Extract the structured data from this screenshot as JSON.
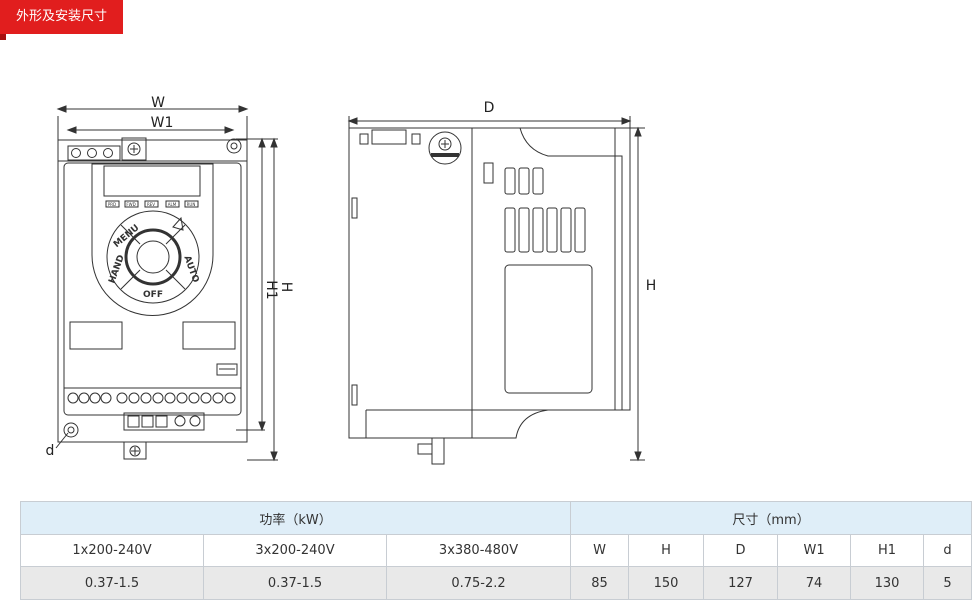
{
  "section": {
    "title": "外形及安装尺寸"
  },
  "front_view": {
    "dims": {
      "w": "W",
      "w1": "W1",
      "h": "H",
      "h1": "H1",
      "d": "d"
    },
    "keypad": {
      "buttons": [
        "MENU",
        "HAND",
        "OFF",
        "AUTO"
      ],
      "tiny": [
        "PRD",
        "FWD",
        "REV",
        "ALM",
        "RUN"
      ]
    }
  },
  "side_view": {
    "dims": {
      "d": "D",
      "h": "H"
    }
  },
  "spec_table": {
    "power_header": "功率（kW）",
    "size_header": "尺寸（mm）",
    "columns": [
      "1x200-240V",
      "3x200-240V",
      "3x380-480V",
      "W",
      "H",
      "D",
      "W1",
      "H1",
      "d"
    ],
    "rows": [
      [
        "0.37-1.5",
        "0.37-1.5",
        "0.75-2.2",
        "85",
        "150",
        "127",
        "74",
        "130",
        "5"
      ]
    ]
  }
}
